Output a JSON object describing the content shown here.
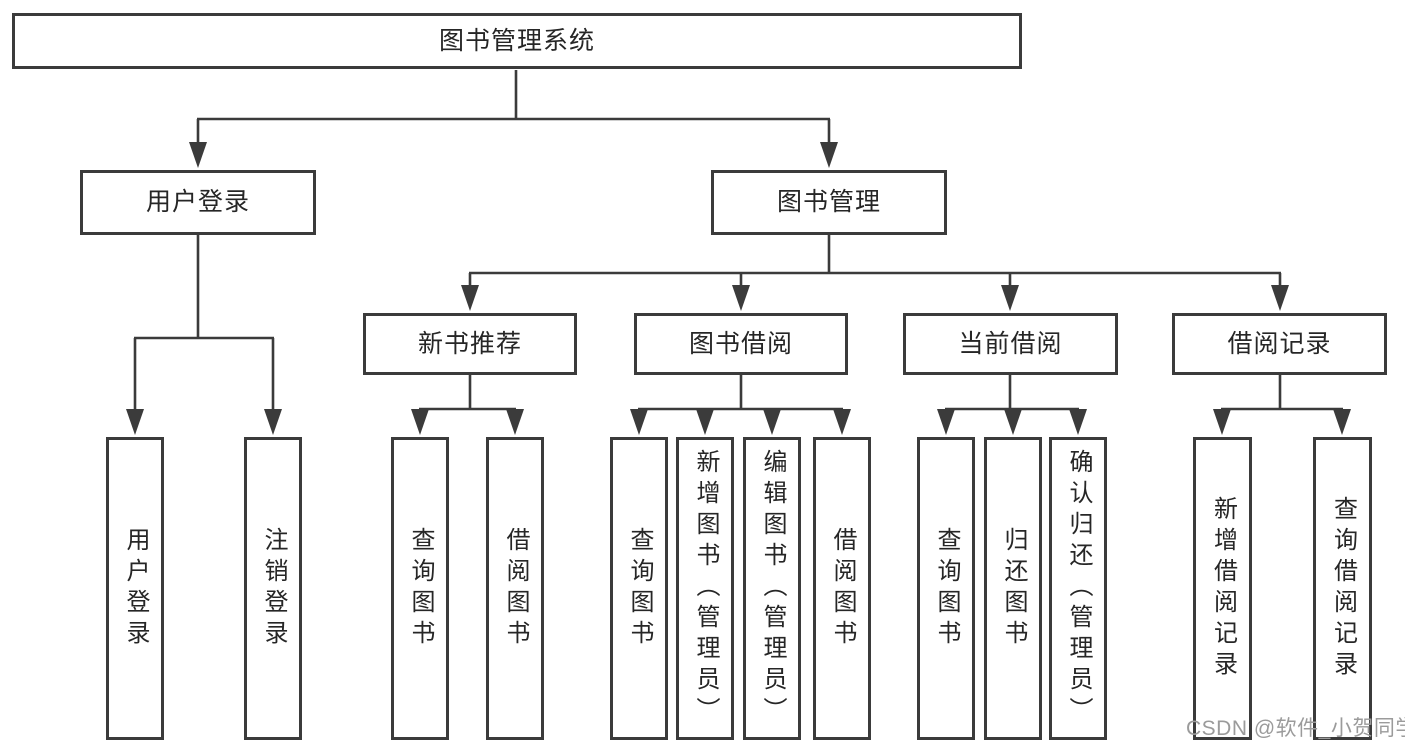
{
  "diagram": {
    "type": "hierarchy-tree",
    "root": {
      "label": "图书管理系统"
    },
    "level2": [
      {
        "label": "用户登录"
      },
      {
        "label": "图书管理"
      }
    ],
    "level3": [
      {
        "label": "新书推荐"
      },
      {
        "label": "图书借阅"
      },
      {
        "label": "当前借阅"
      },
      {
        "label": "借阅记录"
      }
    ],
    "leaves": {
      "user_login": [
        {
          "label": "用户登录"
        },
        {
          "label": "注销登录"
        }
      ],
      "new_book": [
        {
          "label": "查询图书"
        },
        {
          "label": "借阅图书"
        }
      ],
      "book_borrow": [
        {
          "label": "查询图书"
        },
        {
          "label": "新增图书（管理员）"
        },
        {
          "label": "编辑图书（管理员）"
        },
        {
          "label": "借阅图书"
        }
      ],
      "current_borrow": [
        {
          "label": "查询图书"
        },
        {
          "label": "归还图书"
        },
        {
          "label": "确认归还（管理员）"
        }
      ],
      "borrow_record": [
        {
          "label": "新增借阅记录"
        },
        {
          "label": "查询借阅记录"
        }
      ]
    },
    "watermark": "CSDN @软件_小贺同学",
    "colors": {
      "line": "#3b3b3b",
      "text": "#262626",
      "box_background": "#ffffff",
      "background": "#ffffff",
      "watermark": "#9b9b9b"
    }
  }
}
